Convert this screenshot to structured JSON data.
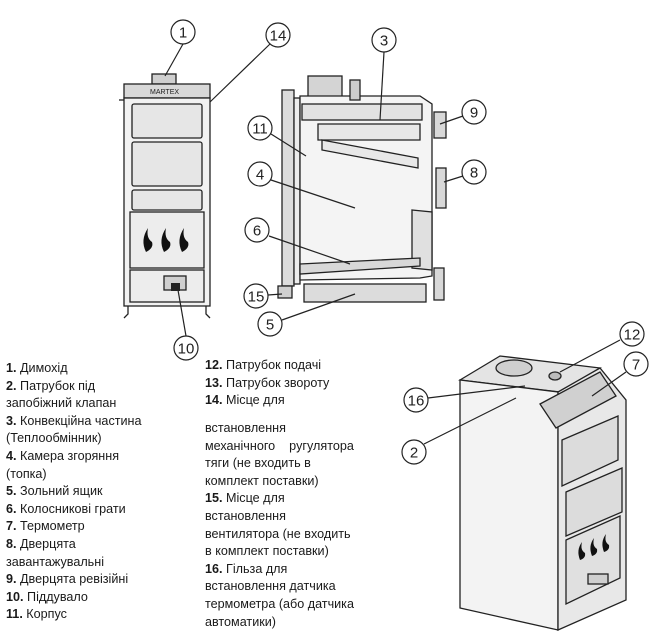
{
  "callouts": [
    "1",
    "14",
    "3",
    "9",
    "11",
    "4",
    "8",
    "6",
    "15",
    "5",
    "10",
    "12",
    "7",
    "16",
    "2"
  ],
  "brand_label": "МАRTEX",
  "legend_left": [
    {
      "num": "1.",
      "text": " Димохід"
    },
    {
      "num": "2.",
      "text": " Патрубок під"
    },
    {
      "num": "",
      "text": "запобіжний клапан"
    },
    {
      "num": "3.",
      "text": " Конвекційна частина"
    },
    {
      "num": "",
      "text": "(Теплообмінник)"
    },
    {
      "num": "4.",
      "text": " Камера згоряння"
    },
    {
      "num": "",
      "text": "(топка)"
    },
    {
      "num": "5.",
      "text": " Зольний ящик"
    },
    {
      "num": "6.",
      "text": " Колосникові грати"
    },
    {
      "num": "7.",
      "text": " Термометр"
    },
    {
      "num": "8.",
      "text": " Дверцята"
    },
    {
      "num": "",
      "text": "завантажувальні"
    },
    {
      "num": "9.",
      "text": " Дверцята ревізійні"
    },
    {
      "num": "10.",
      "text": " Піддувало"
    },
    {
      "num": "11.",
      "text": " Корпус"
    }
  ],
  "legend_right_top": [
    {
      "num": "12.",
      "text": " Патрубок подачі"
    },
    {
      "num": "13.",
      "text": " Патрубок звороту"
    },
    {
      "num": "14.",
      "text": " Місце для"
    }
  ],
  "legend_right": [
    {
      "num": "",
      "text": "встановлення"
    },
    {
      "num": "",
      "text": "механічного    рyгулятора"
    },
    {
      "num": "",
      "text": "тяги (не входить в"
    },
    {
      "num": "",
      "text": "комплект поставки)"
    },
    {
      "num": "15.",
      "text": " Місце для"
    },
    {
      "num": "",
      "text": "встановлення"
    },
    {
      "num": "",
      "text": "вентилятора (не входить"
    },
    {
      "num": "",
      "text": "в комплект поставки)"
    },
    {
      "num": "16.",
      "text": " Гільза для"
    },
    {
      "num": "",
      "text": "встановлення датчика"
    },
    {
      "num": "",
      "text": "термометра (або датчика"
    },
    {
      "num": "",
      "text": "автоматики)"
    }
  ]
}
